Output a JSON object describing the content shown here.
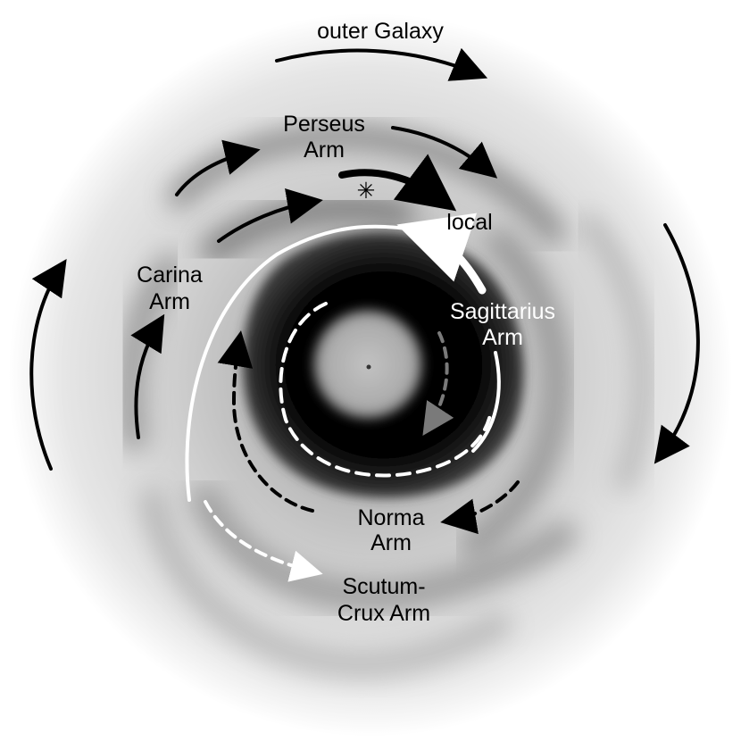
{
  "labels": {
    "outer_galaxy": "outer Galaxy",
    "perseus_1": "Perseus",
    "perseus_2": "Arm",
    "local": "local",
    "carina_1": "Carina",
    "carina_2": "Arm",
    "sagittarius_1": "Sagittarius",
    "sagittarius_2": "Arm",
    "norma_1": "Norma",
    "norma_2": "Arm",
    "scutum_1": "Scutum-",
    "scutum_2": "Crux Arm"
  },
  "symbols": {
    "sun_marker": "✳"
  },
  "colors": {
    "background": "#ffffff",
    "disk_outer": "#f2f2f2",
    "disk_mid": "#d6d6d6",
    "arm_shadow": "#8c8c8c",
    "core_dark": "#0a0a0a",
    "bulge": "#b5b5b5",
    "arrow_dark": "#000000",
    "arrow_light": "#ffffff",
    "arrow_gray": "#7a7a7a"
  }
}
